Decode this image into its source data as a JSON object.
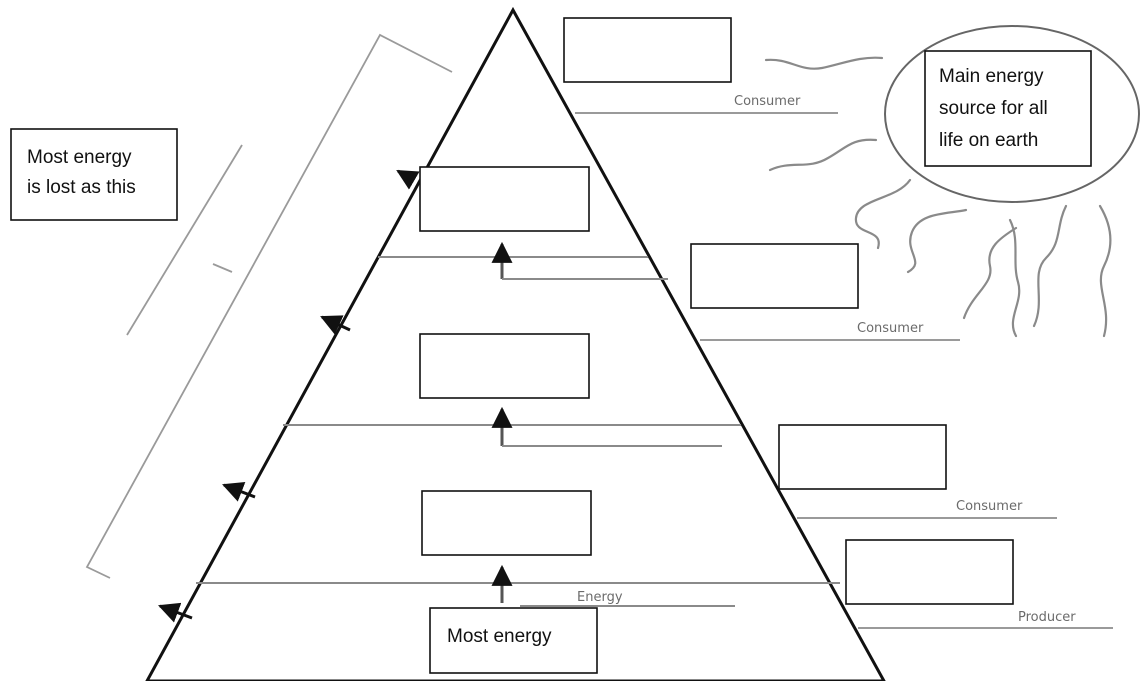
{
  "diagram": {
    "callouts": {
      "heat_loss": [
        "Most energy",
        "is lost as this"
      ],
      "sun": [
        "Main energy",
        "source for all",
        "life on earth"
      ],
      "base": "Most energy"
    },
    "level_labels": {
      "top": "Consumer",
      "third": "Consumer",
      "second": "Consumer",
      "bottom": "Producer"
    },
    "arrow_label": "Energy"
  },
  "colors": {
    "line": "#111111",
    "guide": "#9a9a9a",
    "label": "#6b6b6b",
    "box_border": "#111111"
  }
}
